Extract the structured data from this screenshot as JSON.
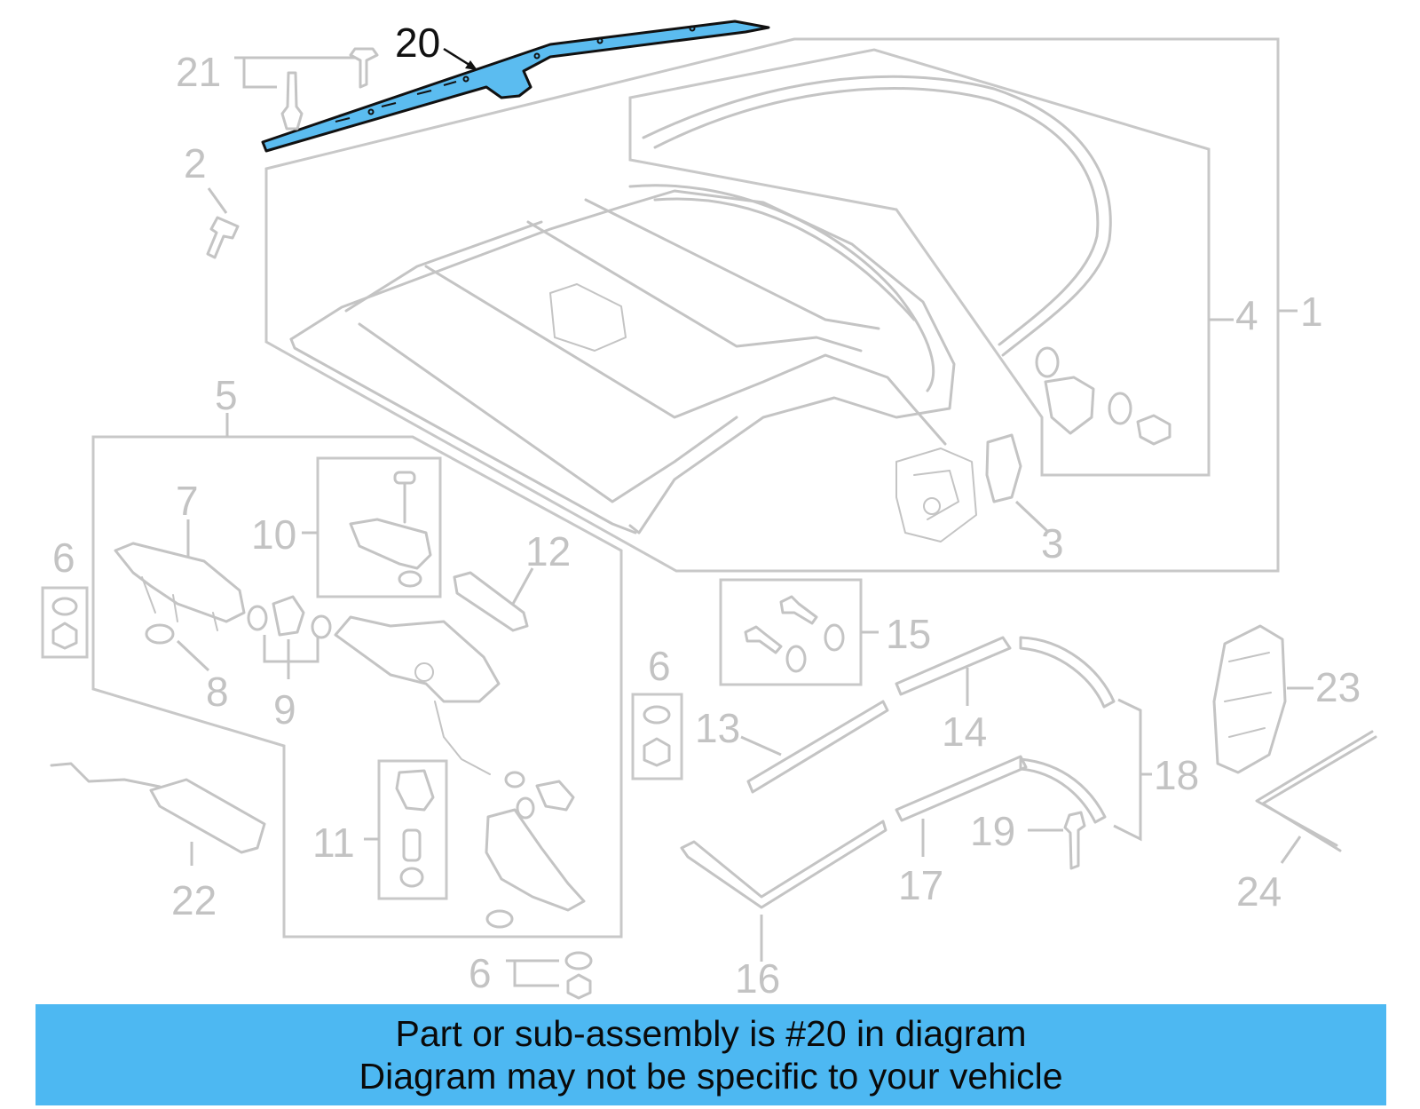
{
  "callouts": {
    "c1": "1",
    "c2": "2",
    "c3": "3",
    "c4": "4",
    "c5": "5",
    "c6": "6",
    "c7": "7",
    "c8": "8",
    "c9": "9",
    "c10": "10",
    "c11": "11",
    "c12": "12",
    "c13": "13",
    "c14": "14",
    "c15": "15",
    "c16": "16",
    "c17": "17",
    "c18": "18",
    "c19": "19",
    "c20": "20",
    "c21": "21",
    "c22": "22",
    "c23": "23",
    "c24": "24"
  },
  "highlighted_part": "20",
  "colors": {
    "highlight_fill": "#5bbcf0",
    "banner": "#4db8f2",
    "line_gray": "#c4c4c4",
    "label_gray": "#c3c3c3"
  },
  "banner": {
    "line1": "Part or sub-assembly is #20 in diagram",
    "line2": "Diagram may not be specific to your vehicle"
  }
}
